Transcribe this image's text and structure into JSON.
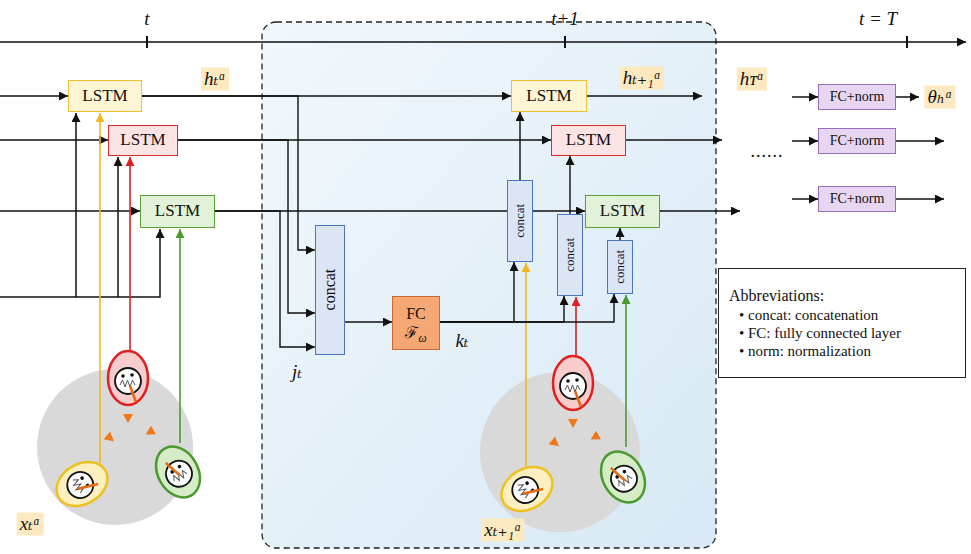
{
  "diagram": {
    "nodes": [
      {
        "text": [
          "LSTM"
        ]
      },
      {
        "text": [
          "LSTM"
        ]
      },
      {
        "text": [
          "LSTM"
        ]
      },
      {
        "text": [
          "concat"
        ]
      },
      {
        "text": [
          "FC",
          "ℱ",
          "ω"
        ]
      },
      {
        "text": [
          "concat"
        ]
      },
      {
        "text": [
          "LSTM"
        ]
      },
      {
        "text": [
          "concat"
        ]
      },
      {
        "text": [
          "LSTM"
        ]
      },
      {
        "text": [
          "concat"
        ]
      },
      {
        "text": [
          "LSTM"
        ]
      },
      {
        "text": [
          "FC+norm"
        ]
      },
      {
        "text": [
          "FC+norm"
        ]
      },
      {
        "text": [
          "FC+norm"
        ]
      },
      {
        "text": [
          "Abbreviations:",
          "• concat: concatenation",
          "• FC: fully connected layer",
          "• norm: normalization"
        ]
      }
    ],
    "edges": [
      {
        "from": 0,
        "to": 6,
        "arrow": "to"
      },
      {
        "from": 1,
        "to": 8,
        "arrow": "to"
      },
      {
        "from": 2,
        "to": 10,
        "arrow": "to"
      },
      {
        "from": 0,
        "to": 3,
        "arrow": "to"
      },
      {
        "from": 1,
        "to": 3,
        "arrow": "to"
      },
      {
        "from": 2,
        "to": 3,
        "arrow": "to"
      },
      {
        "from": 3,
        "to": 4,
        "arrow": "to"
      },
      {
        "from": 4,
        "to": 5,
        "arrow": "to"
      },
      {
        "from": 4,
        "to": 7,
        "arrow": "to"
      },
      {
        "from": 4,
        "to": 9,
        "arrow": "to"
      },
      {
        "from": 5,
        "to": 6,
        "arrow": "to"
      },
      {
        "from": 7,
        "to": 8,
        "arrow": "to"
      },
      {
        "from": 9,
        "to": 10,
        "arrow": "to"
      }
    ],
    "labels": [
      "t",
      "t+1",
      "t = T",
      "hₜᵅ",
      "hₜ₊₁ᵅ",
      "hᴛᵅ",
      "θₕᵅ",
      "jₜ",
      "kₜ",
      "xₜᵅ",
      "xₜ₊₁ᵅ",
      "......"
    ]
  }
}
